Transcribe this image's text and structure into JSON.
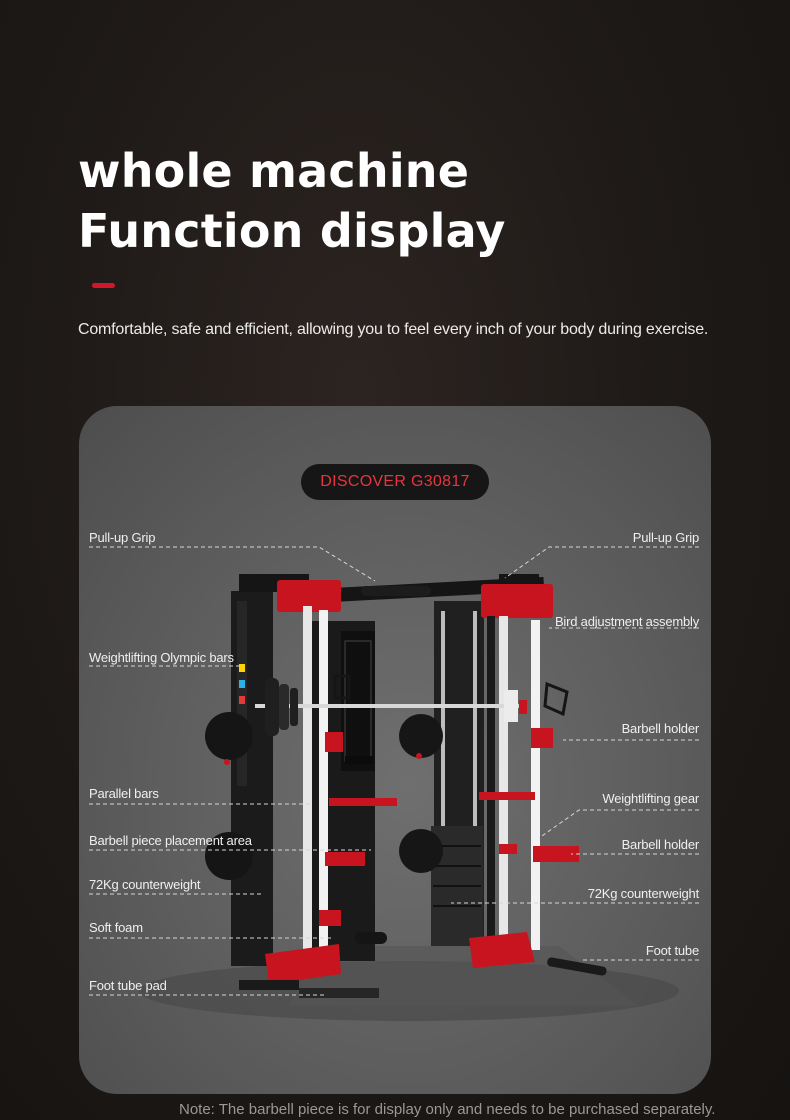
{
  "heading": {
    "line1": "whole machine",
    "line2": "Function display"
  },
  "subtitle": "Comfortable, safe and efficient, allowing you to feel every inch of your body during exercise.",
  "model": "DISCOVER G30817",
  "labels": {
    "left": {
      "pull_up_grip": "Pull-up Grip",
      "weightlifting_olympic_bars": "Weightlifting Olympic bars",
      "parallel_bars": "Parallel bars",
      "barbell_piece_placement_area": "Barbell piece placement area",
      "counterweight": "72Kg counterweight",
      "soft_foam": "Soft foam",
      "foot_tube_pad": "Foot tube pad"
    },
    "right": {
      "pull_up_grip": "Pull-up Grip",
      "bird_adjustment_assembly": "Bird adjustment assembly",
      "barbell_holder_top": "Barbell holder",
      "weightlifting_gear": "Weightlifting gear",
      "barbell_holder_bottom": "Barbell holder",
      "counterweight": "72Kg counterweight",
      "foot_tube": "Foot tube"
    }
  },
  "machine_brand": "DISCOVER",
  "note": "Note: The barbell piece is for display only and needs to be purchased separately.",
  "colors": {
    "accent": "#d4162a",
    "model_text": "#e8343f",
    "frame_red": "#c8141e",
    "panel": "#5d5d5d"
  }
}
